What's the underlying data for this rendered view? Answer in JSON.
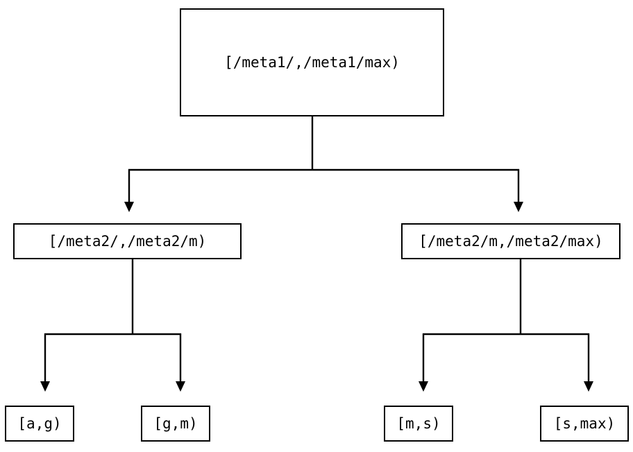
{
  "diagram": {
    "type": "tree",
    "title": "",
    "background_color": "#ffffff",
    "line_color": "#000000",
    "text_color": "#000000",
    "nodes": {
      "root": {
        "label": "[/meta1/,/meta1/max)"
      },
      "meta2_low": {
        "label": "[/meta2/,/meta2/m)"
      },
      "meta2_high": {
        "label": "[/meta2/m,/meta2/max)"
      },
      "leaf_ag": {
        "label": "[a,g)"
      },
      "leaf_gm": {
        "label": "[g,m)"
      },
      "leaf_ms": {
        "label": "[m,s)"
      },
      "leaf_smax": {
        "label": "[s,max)"
      }
    },
    "edges": [
      {
        "from": "root",
        "to": "meta2_low"
      },
      {
        "from": "root",
        "to": "meta2_high"
      },
      {
        "from": "meta2_low",
        "to": "leaf_ag"
      },
      {
        "from": "meta2_low",
        "to": "leaf_gm"
      },
      {
        "from": "meta2_high",
        "to": "leaf_ms"
      },
      {
        "from": "meta2_high",
        "to": "leaf_smax"
      }
    ]
  }
}
